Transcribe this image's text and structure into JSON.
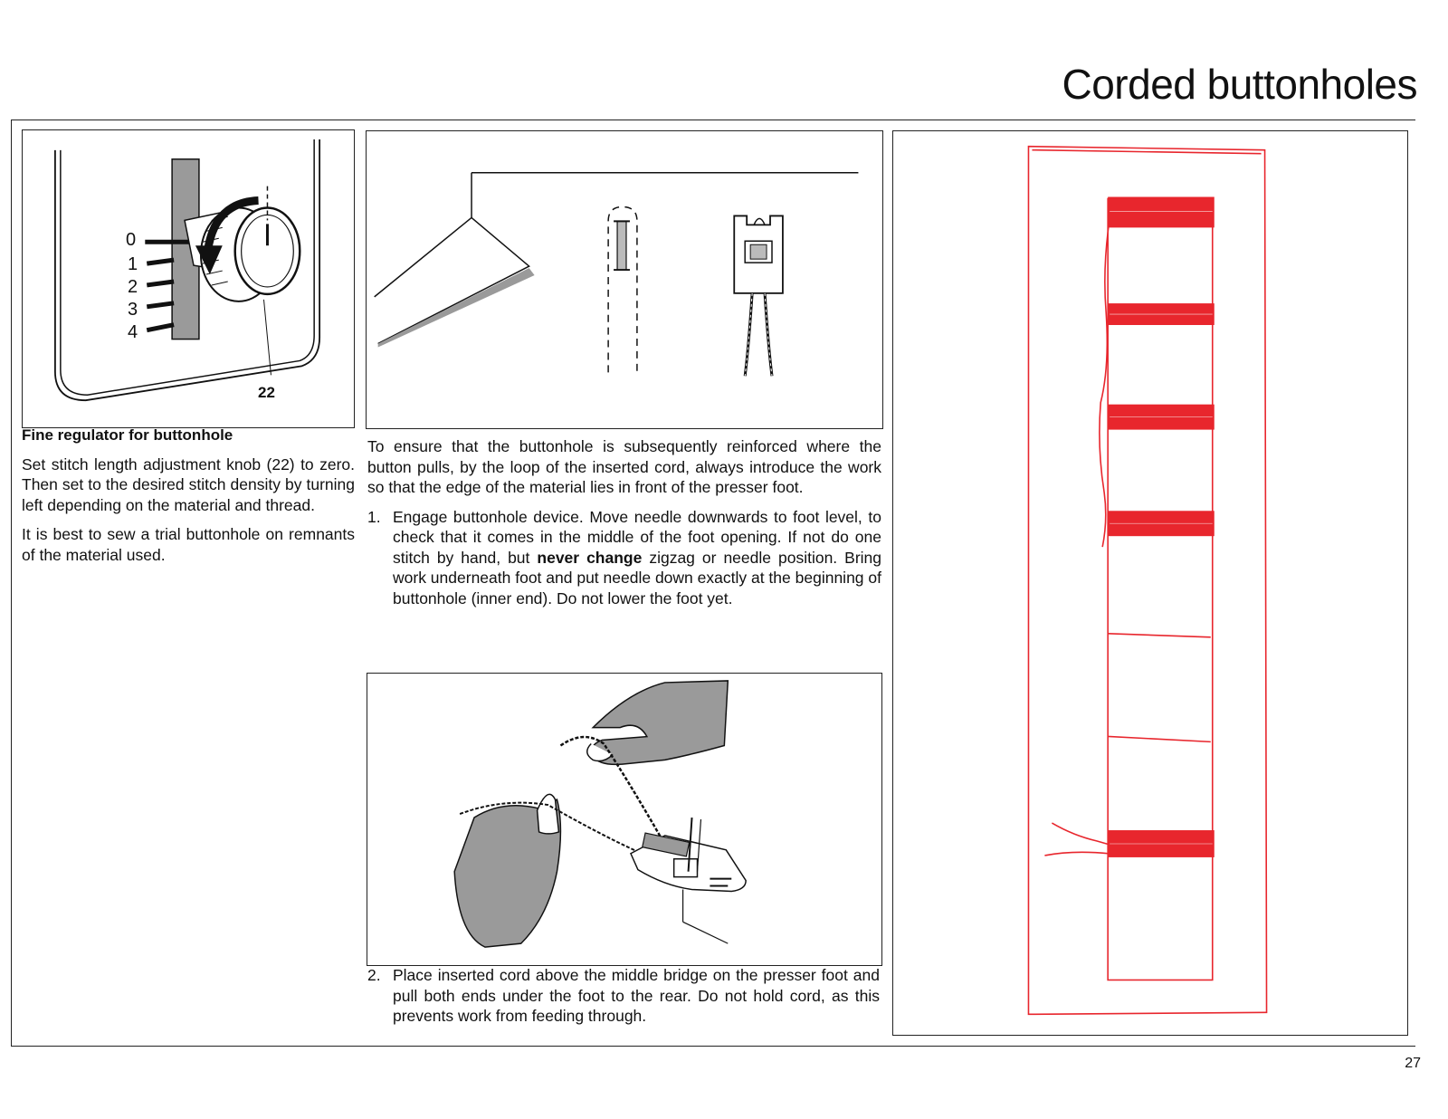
{
  "page": {
    "title": "Corded buttonholes",
    "page_number": "27"
  },
  "figure_knob": {
    "scale_labels": [
      "0",
      "1",
      "2",
      "3",
      "4"
    ],
    "callout": "22"
  },
  "left_column": {
    "heading": "Fine regulator for buttonhole",
    "paragraph1": "Set stitch length adjustment knob (22) to zero. Then set to the desired stitch density by turning left depending on the material and thread.",
    "paragraph2": "It is best to sew a trial buttonhole on remnants of the material used."
  },
  "middle_column": {
    "intro": "To ensure that the buttonhole is subsequently reinforced where the button pulls, by the loop of the inserted cord, always introduce the work so that the edge of the material lies in front of the presser foot.",
    "step1": {
      "num": "1.",
      "before_bold": "Engage buttonhole device. Move needle downwards to foot level, to check that it comes in the middle of the foot opening. If not do one stitch by hand, but ",
      "bold": "never change",
      "after_bold": " zigzag or needle position. Bring work underneath foot and put needle down exactly at the beginning of buttonhole (inner end). Do not lower the foot yet."
    },
    "step2": {
      "num": "2.",
      "text": "Place inserted cord above the middle bridge on the presser foot and pull both ends under the foot to the rear. Do not hold cord, as this prevents work from feeding through."
    }
  },
  "colors": {
    "stitch_red": "#e8262d",
    "ink": "#111111",
    "shade_gray": "#9a9a9a"
  }
}
